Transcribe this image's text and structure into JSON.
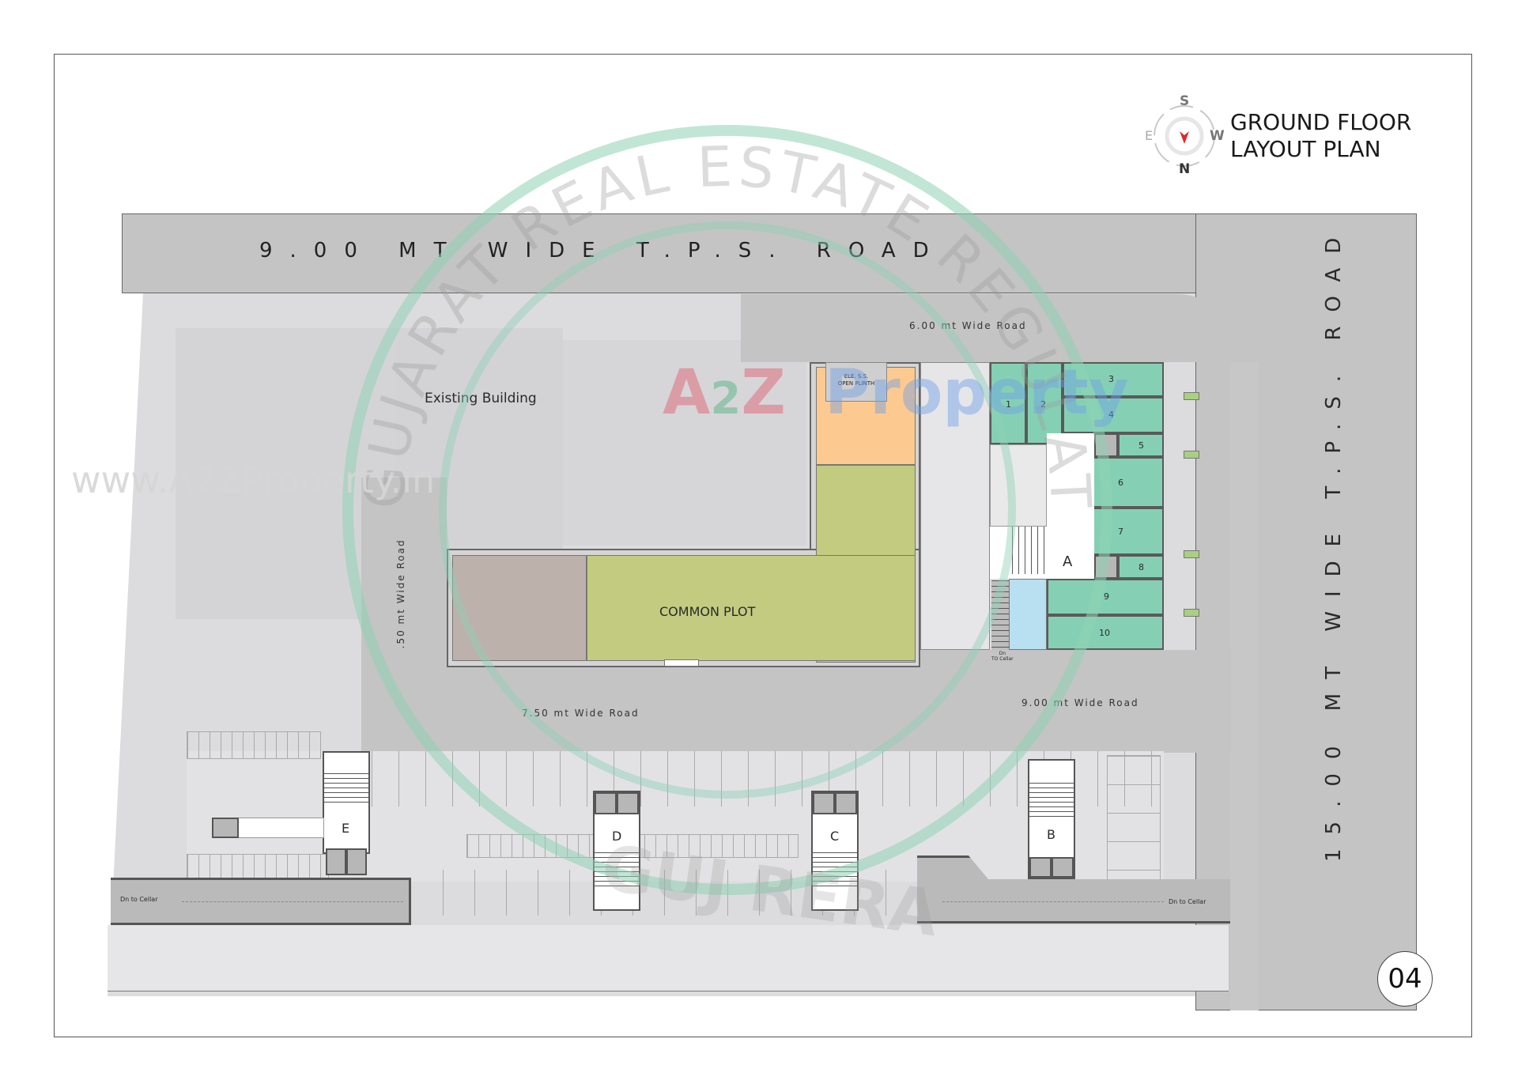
{
  "title": {
    "line1": "GROUND FLOOR",
    "line2": "LAYOUT PLAN"
  },
  "compass": {
    "top": "S",
    "bottom": "N",
    "left": "E",
    "right": "W",
    "needle_color": "#e0262f"
  },
  "page_number": "04",
  "roads": {
    "north": "9.00 MT WIDE T.P.S. ROAD",
    "east": "15.00 MT WIDE T.P.S. ROAD",
    "inner_top": "6.00 mt Wide Road",
    "inner_left": "7.50 mt Wide Road",
    "inner_bottom": "7.50 mt Wide Road",
    "inner_right": "9.00 mt Wide Road"
  },
  "areas": {
    "existing_building": "Existing Building",
    "common_plot": "COMMON PLOT",
    "ele_ss_line1": "ELE. S.S.",
    "ele_ss_line2": "OPEN PLINTH",
    "dn_to_cellar_left": "Dn to Cellar",
    "dn_to_cellar_right": "Dn to Cellar",
    "dn_to_cellar_a_line1": "Dn",
    "dn_to_cellar_a_line2": "TO Cellar"
  },
  "blocks": {
    "a": "A",
    "b": "B",
    "c": "C",
    "d": "D",
    "e": "E"
  },
  "shops": [
    "1",
    "2",
    "3",
    "4",
    "5",
    "6",
    "7",
    "8",
    "9",
    "10"
  ],
  "watermarks": {
    "url": "www.A2ZProperty.in",
    "logo_a": "A",
    "logo_2": "2",
    "logo_z": "Z",
    "logo_property": "Property",
    "seal_text": "GUJARAT REAL ESTATE REGULATORY AUTHORITY",
    "seal_bottom": "GUJ RERA"
  },
  "colors": {
    "road": "#c4c4c4",
    "shop_green": "#85d0b4",
    "common_plot": "#c2cb80",
    "common_plot_left": "#bdb1ab",
    "ele_ss": "#fcca90",
    "utility_blue": "#b8e0f0",
    "seal_green": "#8fd1b5"
  }
}
